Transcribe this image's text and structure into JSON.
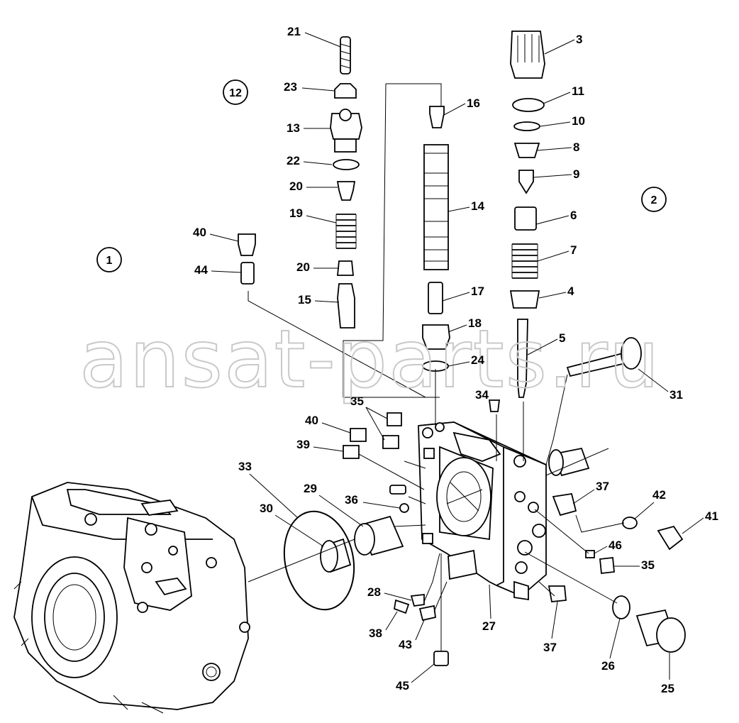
{
  "diagram": {
    "watermark": "ansat-parts.ru",
    "section_markers": [
      "12",
      "1",
      "2"
    ],
    "callouts": [
      "21",
      "23",
      "13",
      "22",
      "20",
      "19",
      "20",
      "15",
      "40",
      "44",
      "16",
      "14",
      "17",
      "18",
      "24",
      "3",
      "11",
      "10",
      "8",
      "9",
      "6",
      "7",
      "4",
      "5",
      "31",
      "34",
      "35",
      "40",
      "39",
      "33",
      "29",
      "30",
      "36",
      "37",
      "42",
      "41",
      "46",
      "35",
      "28",
      "38",
      "43",
      "27",
      "37",
      "26",
      "25",
      "45"
    ]
  }
}
